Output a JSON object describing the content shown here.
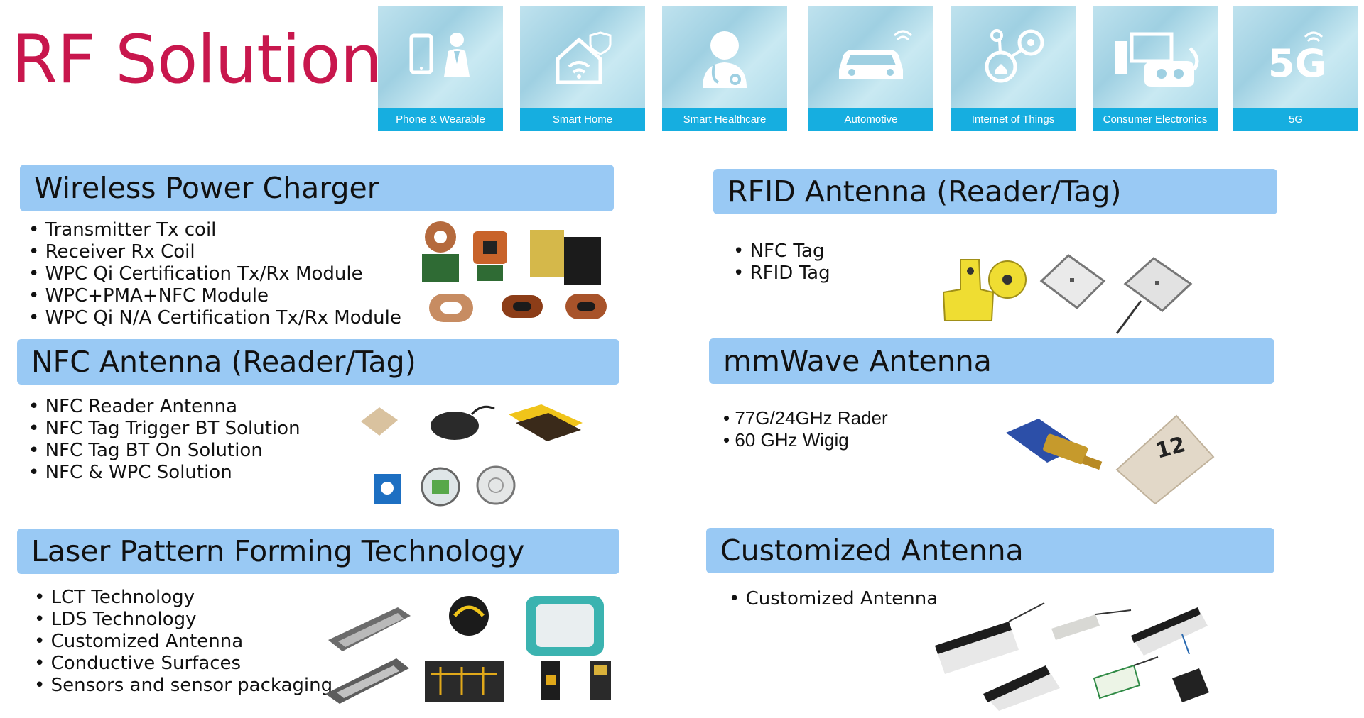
{
  "header": {
    "title": "RF Solution"
  },
  "categories": [
    {
      "label": "Phone & Wearable",
      "icon": "phone-wearable-icon"
    },
    {
      "label": "Smart Home",
      "icon": "smart-home-icon"
    },
    {
      "label": "Smart Healthcare",
      "icon": "doctor-icon"
    },
    {
      "label": "Automotive",
      "icon": "car-icon"
    },
    {
      "label": "Internet of Things",
      "icon": "iot-icon"
    },
    {
      "label": "Consumer Electronics",
      "icon": "consumer-electronics-icon"
    },
    {
      "label": "5G",
      "icon": "5g-icon"
    }
  ],
  "sections": {
    "wireless": {
      "title": "Wireless Power Charger",
      "items": [
        "Transmitter Tx coil",
        "Receiver Rx Coil",
        "WPC Qi Certification Tx/Rx Module",
        "WPC+PMA+NFC Module",
        "WPC Qi N/A Certification Tx/Rx Module"
      ]
    },
    "nfc": {
      "title": "NFC Antenna (Reader/Tag)",
      "items": [
        "NFC Reader Antenna",
        "NFC Tag Trigger BT Solution",
        "NFC Tag BT On Solution",
        "NFC & WPC Solution"
      ]
    },
    "laser": {
      "title": "Laser Pattern Forming Technology",
      "items": [
        "LCT Technology",
        "LDS Technology",
        "Customized Antenna",
        "Conductive Surfaces",
        "Sensors and sensor packaging"
      ]
    },
    "rfid": {
      "title": "RFID Antenna (Reader/Tag)",
      "items": [
        "NFC Tag",
        "RFID Tag"
      ]
    },
    "mmwave": {
      "title": "mmWave  Antenna",
      "items": [
        "77G/24GHz Rader",
        "60 GHz Wigig"
      ]
    },
    "custom": {
      "title": "Customized Antenna",
      "items": [
        "Customized Antenna"
      ]
    }
  },
  "chip_label": "12",
  "colors": {
    "title_red": "#c8174d",
    "bar_blue": "#99c9f4",
    "tile_label_blue": "#16aee0"
  }
}
